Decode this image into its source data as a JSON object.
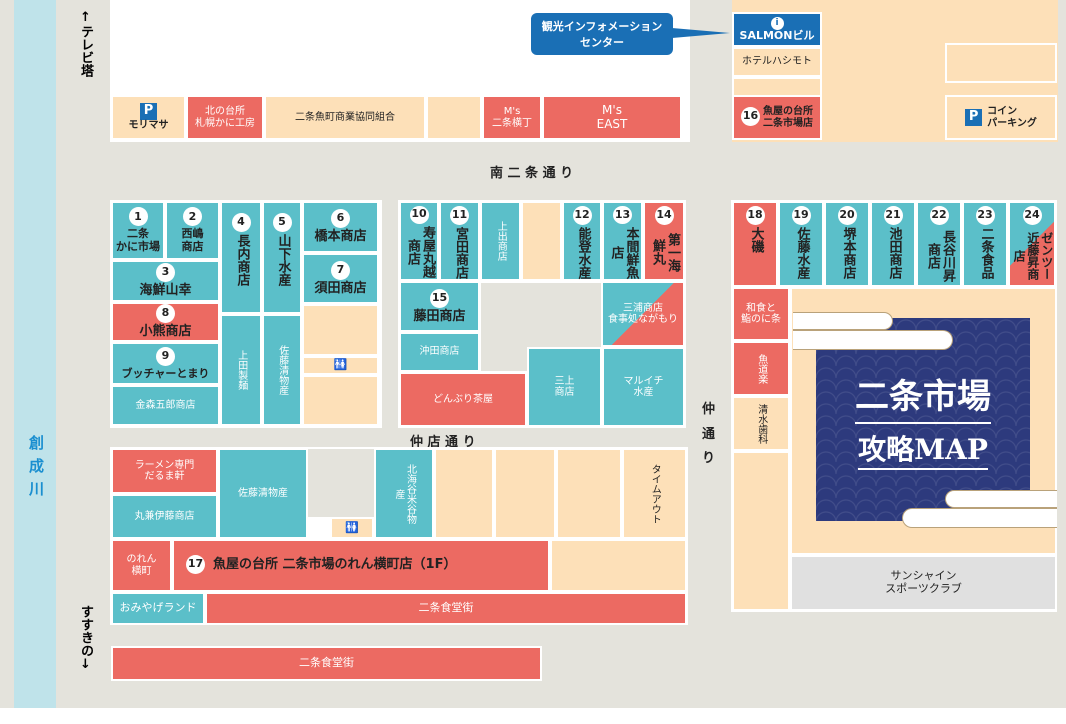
{
  "title": {
    "line1": "二条市場",
    "line2": "攻略MAP"
  },
  "roads": {
    "tv_tower": "↑テレビ塔",
    "susukino": "すすきの↓",
    "river": "創成川",
    "minami_nijo": "南 二 条 通 り",
    "naka_mise": "仲 店 通 り",
    "naka_dori": "仲\n通\nり"
  },
  "top": {
    "info_bubble": "観光インフォメーション\nセンター",
    "info_icon": "i",
    "salmon": "SALMONビル",
    "hotel": "ホテルハシモト",
    "parking_icon": "P",
    "morimasa": "モリマサ",
    "kitano": "北の台所\n札幌かに工房",
    "kumiai": "二条魚町商業協同組合",
    "ms_yokocho": "M's\n二条横丁",
    "ms_east": "M's\nEAST",
    "shop16": {
      "num": "16",
      "name": "魚屋の台所\n二条市場店"
    },
    "coin_parking": "コイン\nパーキング"
  },
  "shops": [
    {
      "num": "1",
      "name": "二条\nかに市場"
    },
    {
      "num": "2",
      "name": "西嶋\n商店"
    },
    {
      "num": "3",
      "name": "海鮮山幸"
    },
    {
      "num": "4",
      "name": "長内商店"
    },
    {
      "num": "5",
      "name": "山下水産"
    },
    {
      "num": "6",
      "name": "橋本商店"
    },
    {
      "num": "7",
      "name": "須田商店"
    },
    {
      "num": "8",
      "name": "小熊商店"
    },
    {
      "num": "9",
      "name": "ブッチャーとまり"
    },
    {
      "num": "10",
      "name": "寿屋丸越商店"
    },
    {
      "num": "11",
      "name": "宮田商店"
    },
    {
      "num": "12",
      "name": "能登水産"
    },
    {
      "num": "13",
      "name": "本間鮮魚店"
    },
    {
      "num": "14",
      "name": "第一海鮮丸"
    },
    {
      "num": "15",
      "name": "藤田商店"
    },
    {
      "num": "17",
      "name": "魚屋の台所 二条市場のれん横町店（1F）"
    },
    {
      "num": "18",
      "name": "大磯"
    },
    {
      "num": "19",
      "name": "佐藤水産"
    },
    {
      "num": "20",
      "name": "堺本商店"
    },
    {
      "num": "21",
      "name": "池田商店"
    },
    {
      "num": "22",
      "name": "長谷川昇商店"
    },
    {
      "num": "23",
      "name": "二条食品"
    },
    {
      "num": "24",
      "name": "ゼンツー近藤昇商店"
    }
  ],
  "others": {
    "kanamori": "金森五郎商店",
    "ueda": "上田製麺",
    "sato_seibutsu": "佐藤清物産",
    "kamide": "上出商店",
    "okita": "沖田商店",
    "donburi": "どんぶり茶屋",
    "miura": "三浦商店\n食事処ながもり",
    "mikami": "三上\n商店",
    "maruichi": "マルイチ\n水産",
    "washoku": "和食と\n鮨のに条",
    "uodoraku": "魚道楽",
    "shimizu": "清水歯科",
    "ramen": "ラーメン専門\nだるま軒",
    "maruken": "丸兼伊藤商店",
    "sato_seibutsu2": "佐藤清物産",
    "hokkaiya": "北海谷米谷物産",
    "timeout": "タイムアウト",
    "noren": "のれん\n横町",
    "omiyage": "おみやげランド",
    "shokudo1": "二条食堂街",
    "shokudo2": "二条食堂街",
    "sunshine": "サンシャイン\nスポーツクラブ",
    "toilet": "🚻"
  }
}
